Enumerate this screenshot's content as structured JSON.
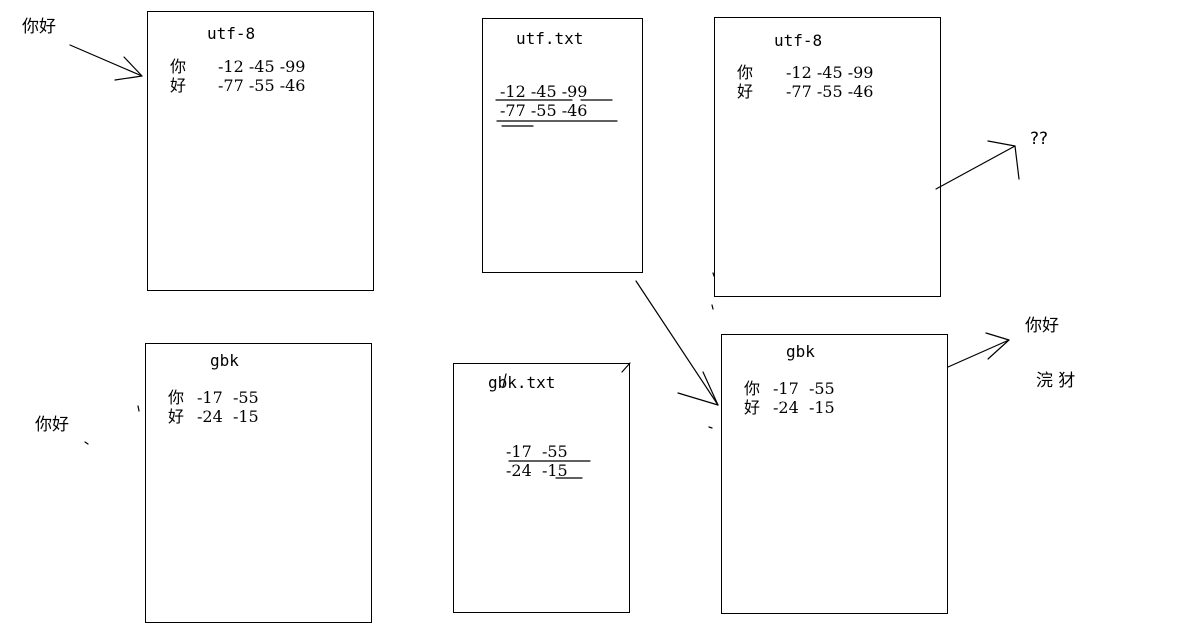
{
  "outside": {
    "top_left": "你好",
    "bottom_left": "你好",
    "top_right": "??",
    "bottom_right_1": "你好",
    "bottom_right_2": "浣 犲"
  },
  "box1": {
    "title": "utf-8",
    "row1_char": "你",
    "row1_vals": "-12 -45 -99",
    "row2_char": "好",
    "row2_vals": "-77 -55 -46"
  },
  "box2": {
    "title": "utf.txt",
    "row1": "-12 -45 -99",
    "row2": "-77 -55 -46"
  },
  "box3": {
    "title": "utf-8",
    "row1_char": "你",
    "row1_vals": "-12 -45 -99",
    "row2_char": "好",
    "row2_vals": "-77 -55 -46"
  },
  "box4": {
    "title": "gbk",
    "row1_char": "你",
    "row1_vals": "-17  -55",
    "row2_char": "好",
    "row2_vals": "-24  -15"
  },
  "box5": {
    "title": "gbk.txt",
    "row1": "-17  -55",
    "row2": "-24  -15"
  },
  "box6": {
    "title": "gbk",
    "row1_char": "你",
    "row1_vals": "-17  -55",
    "row2_char": "好",
    "row2_vals": "-24  -15"
  }
}
